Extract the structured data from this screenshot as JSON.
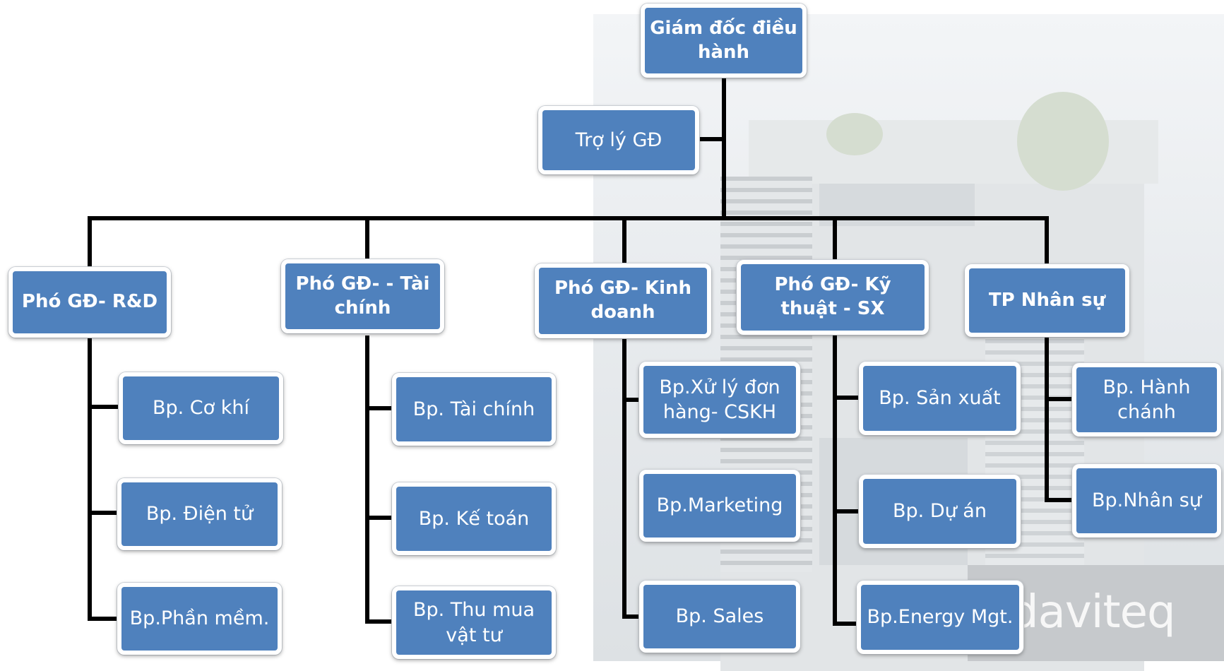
{
  "nodes": {
    "ceo": "Giám đốc điều hành",
    "assistant": "Trợ lý GĐ",
    "vp_rd": "Phó GĐ- R&D",
    "vp_finance": "Phó GĐ- - Tài chính",
    "vp_sales": "Phó GĐ- Kinh doanh",
    "vp_tech": "Phó GĐ- Kỹ thuật - SX",
    "hr_head": "TP Nhân sự",
    "mechanical": "Bp. Cơ khí",
    "electronics": "Bp. Điện tử",
    "software": "Bp.Phần mềm.",
    "finance_dept": "Bp. Tài chính",
    "accounting": "Bp. Kế toán",
    "procurement": "Bp. Thu mua vật tư",
    "order_cs": "Bp.Xử lý đơn hàng- CSKH",
    "marketing": "Bp.Marketing",
    "sales": "Bp. Sales",
    "production": "Bp. Sản xuất",
    "project": "Bp. Dự  án",
    "energy": "Bp.Energy Mgt.",
    "admin": "Bp. Hành chánh",
    "personnel": "Bp.Nhân sự"
  },
  "background_logo": "daviteq",
  "colors": {
    "box_fill": "#4f81bd",
    "box_border": "#ffffff",
    "connector": "#000000",
    "text": "#ffffff"
  }
}
